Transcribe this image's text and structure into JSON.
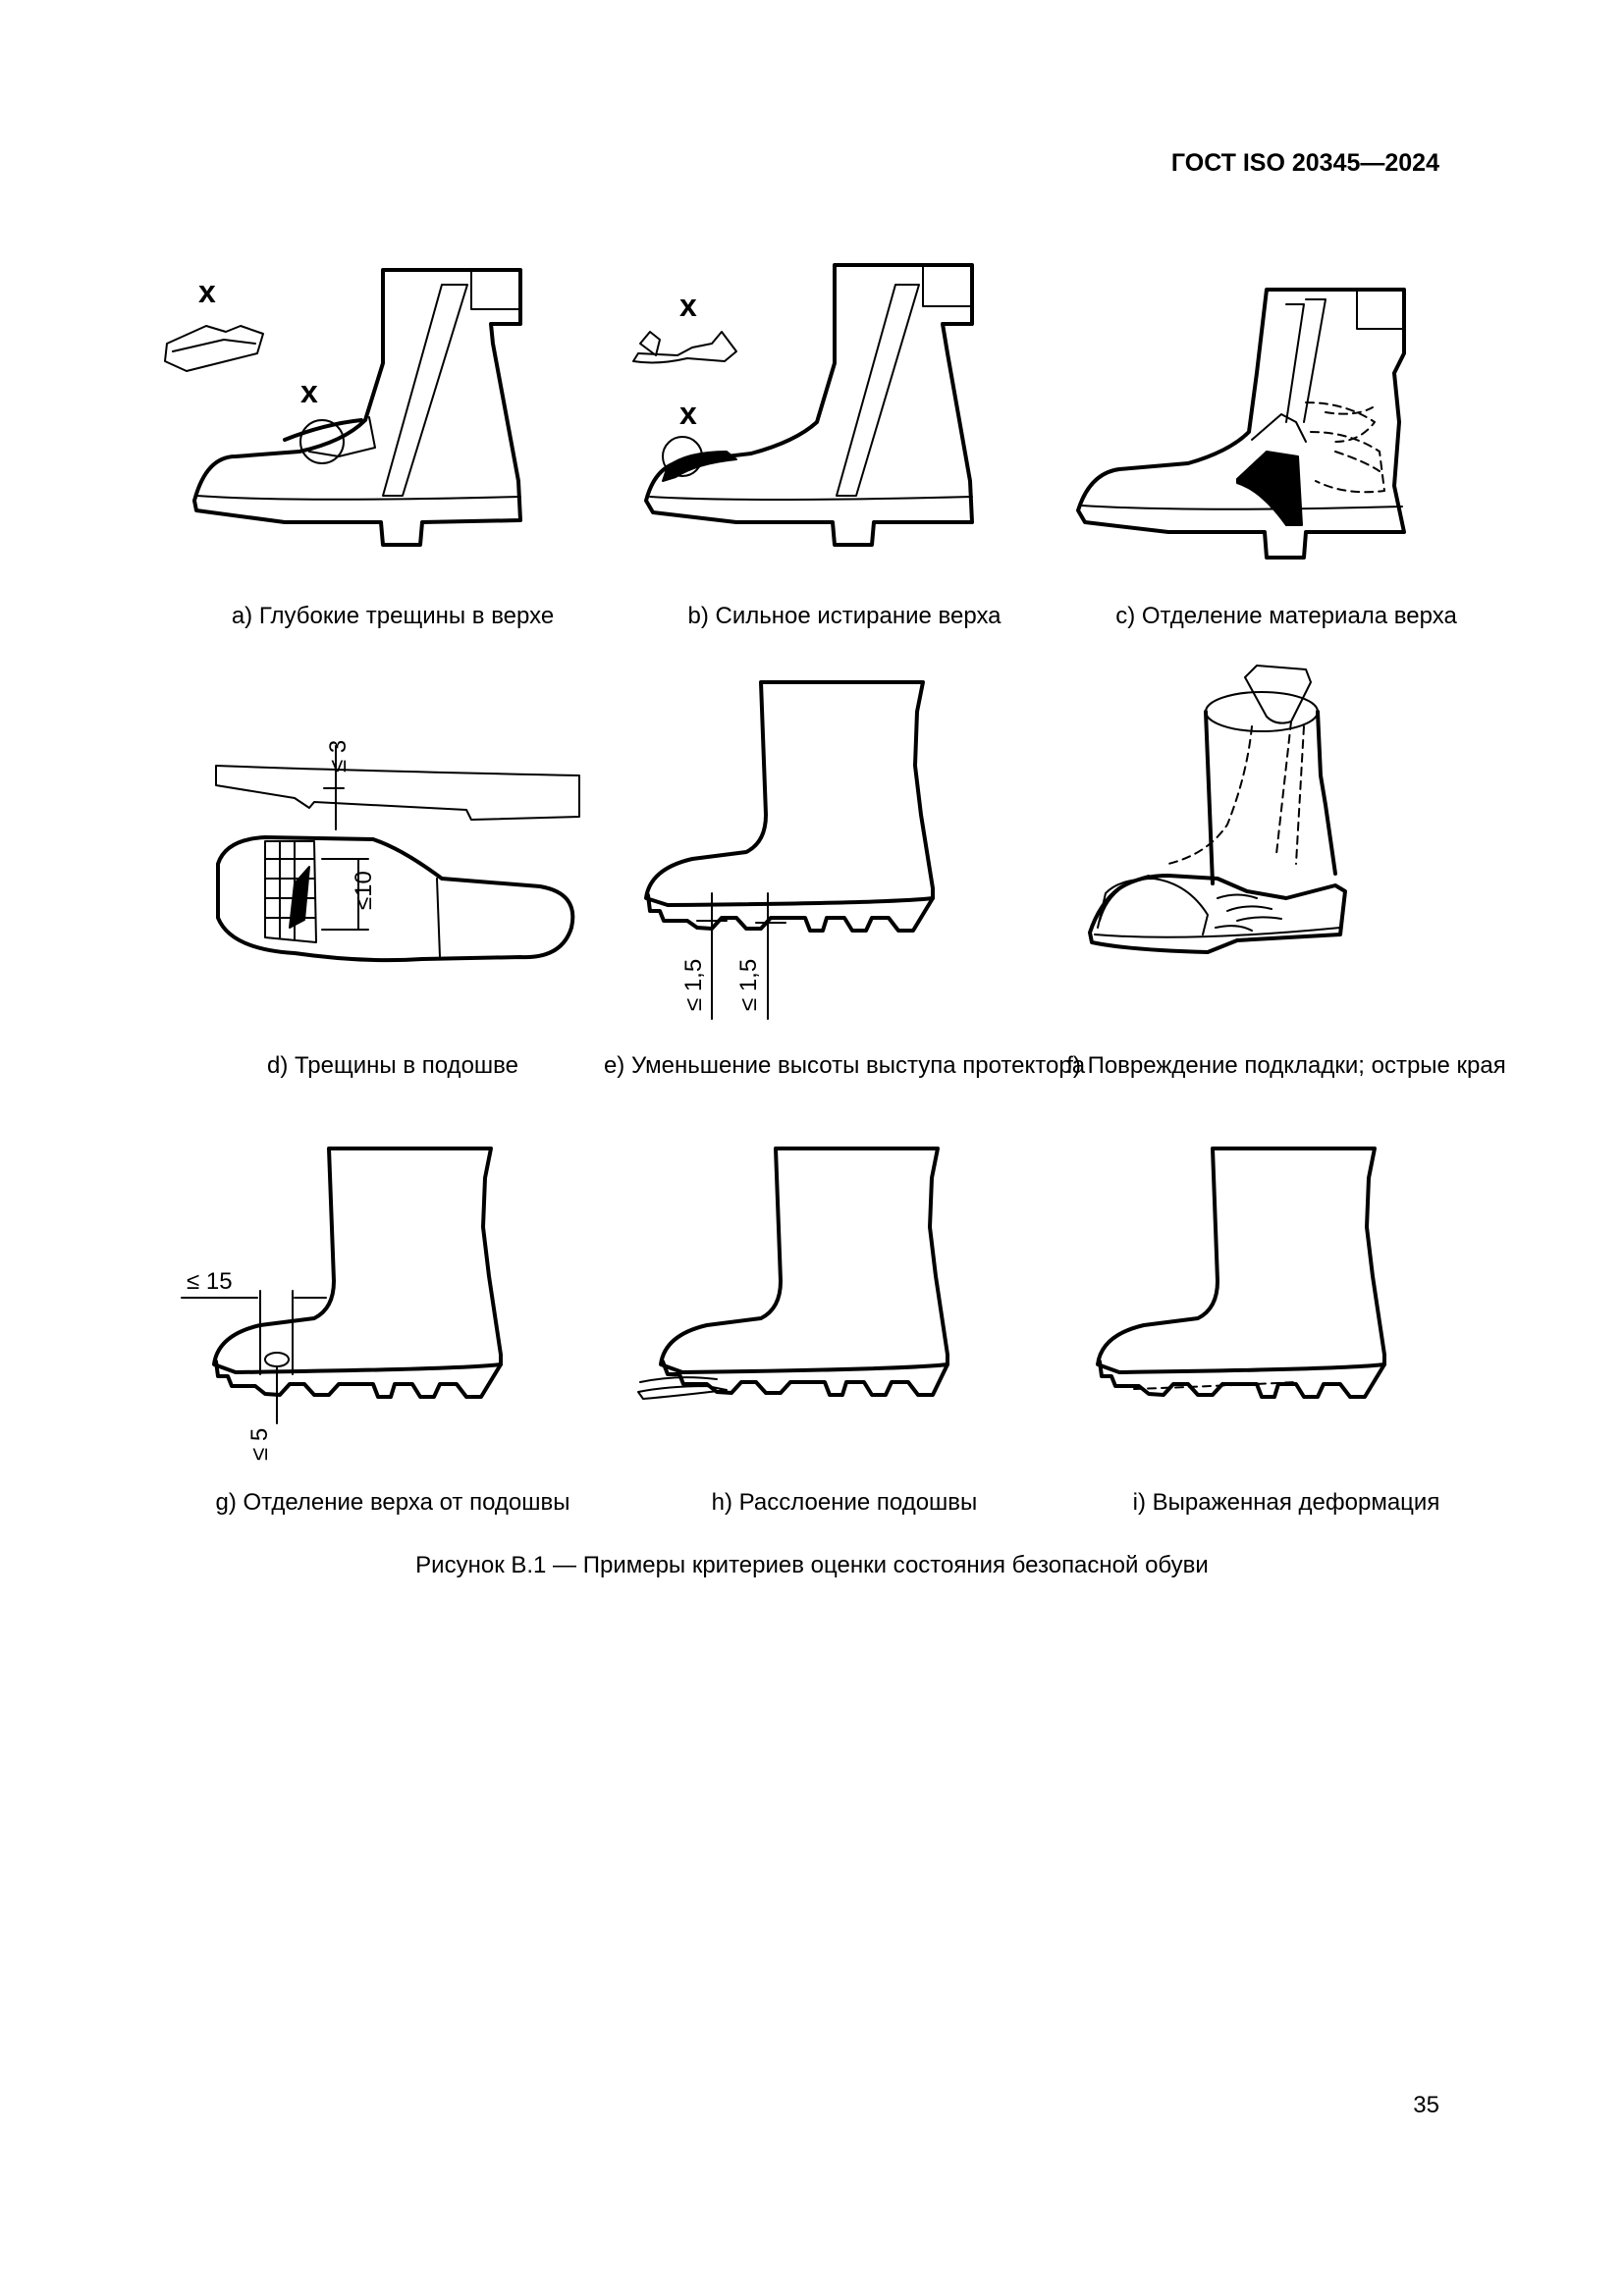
{
  "header": {
    "doc_code": "ГОСТ ISO 20345—2024"
  },
  "panels": [
    {
      "caption": "a) Глубокие трещины в верхе",
      "labels": [
        "x",
        "x"
      ]
    },
    {
      "caption": "b) Сильное истирание верха",
      "labels": [
        "x",
        "x"
      ]
    },
    {
      "caption": "c) Отделение материала верха"
    },
    {
      "caption": "d) Трещины в подошве",
      "labels": [
        "≤ 3",
        "≤10"
      ]
    },
    {
      "caption": "e) Уменьшение высоты выступа протектора",
      "labels": [
        "≤ 1,5",
        "≤ 1,5"
      ]
    },
    {
      "caption": "f) Повреждение подкладки; острые края"
    },
    {
      "caption": "g) Отделение верха от подошвы",
      "labels": [
        "≤ 15",
        "≤ 5"
      ]
    },
    {
      "caption": "h) Расслоение подошвы"
    },
    {
      "caption": "i) Выраженная деформация"
    }
  ],
  "figure_caption": "Рисунок B.1 — Примеры критериев оценки состояния безопасной обуви",
  "page_number": "35"
}
